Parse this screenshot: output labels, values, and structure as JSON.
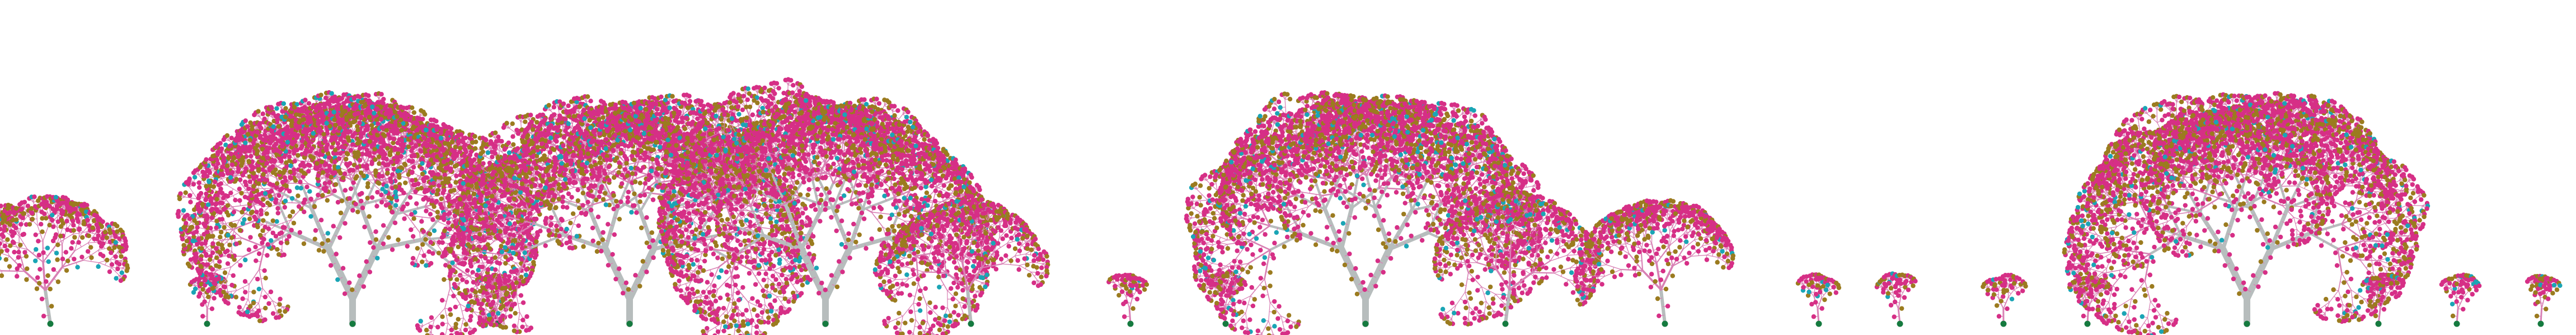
{
  "colors": {
    "background": "#ffffff",
    "node_primary": "#d62f86",
    "node_secondary": "#9b7b1f",
    "node_accent_teal": "#1aa5b5",
    "node_root": "#157a3f",
    "branch_pink": "#d881b4",
    "branch_trunk": "#b7bdbd"
  },
  "trees": [
    {
      "id": "tree-01",
      "size": "small"
    },
    {
      "id": "tree-02",
      "size": "tiny"
    },
    {
      "id": "tree-03",
      "size": "large"
    },
    {
      "id": "tree-04",
      "size": "tiny"
    },
    {
      "id": "tree-05",
      "size": "large"
    },
    {
      "id": "tree-06",
      "size": "large"
    },
    {
      "id": "tree-07",
      "size": "small"
    },
    {
      "id": "tree-08",
      "size": "tiny"
    },
    {
      "id": "tree-09",
      "size": "tiny"
    },
    {
      "id": "tree-10",
      "size": "large"
    },
    {
      "id": "tree-11",
      "size": "small"
    },
    {
      "id": "tree-12",
      "size": "small"
    },
    {
      "id": "tree-13",
      "size": "tiny"
    },
    {
      "id": "tree-14",
      "size": "tiny"
    },
    {
      "id": "tree-15",
      "size": "tiny"
    },
    {
      "id": "tree-16",
      "size": "tiny"
    },
    {
      "id": "tree-17",
      "size": "large"
    },
    {
      "id": "tree-18",
      "size": "tiny"
    },
    {
      "id": "tree-19",
      "size": "tiny"
    },
    {
      "id": "tree-20",
      "size": "tiny"
    }
  ]
}
